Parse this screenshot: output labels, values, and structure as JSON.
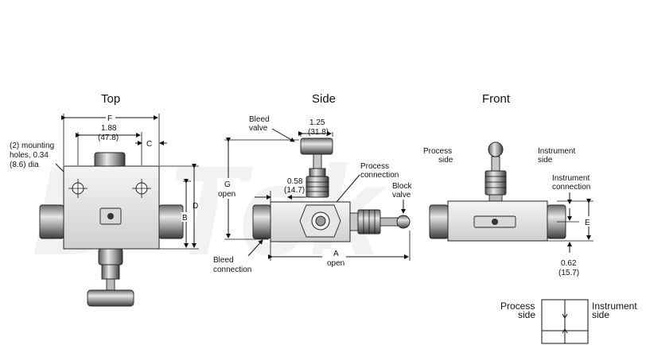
{
  "watermark": "D-Tek",
  "views": {
    "top": {
      "title": "Top",
      "dim_F": "F",
      "dim_spacing": "1.88",
      "dim_spacing_mm": "(47.8)",
      "dim_C": "C",
      "dim_B": "B",
      "dim_D": "D",
      "note_line1": "(2) mounting",
      "note_line2": "holes, 0.34",
      "note_line3": "(8.6) dia"
    },
    "side": {
      "title": "Side",
      "bleed_valve_line1": "Bleed",
      "bleed_valve_line2": "valve",
      "dim_handle": "1.25",
      "dim_handle_mm": "(31.8)",
      "process_conn_line1": "Process",
      "process_conn_line2": "connection",
      "dim_G": "G",
      "dim_G_sub": "open",
      "dim_058": "0.58",
      "dim_058_mm": "(14.7)",
      "block_valve_line1": "Block",
      "block_valve_line2": "valve",
      "bleed_conn_line1": "Bleed",
      "bleed_conn_line2": "connection",
      "dim_A": "A",
      "dim_A_sub": "open"
    },
    "front": {
      "title": "Front",
      "process_side_line1": "Process",
      "process_side_line2": "side",
      "instrument_side_line1": "Instrument",
      "instrument_side_line2": "side",
      "instrument_conn_line1": "Instrument",
      "instrument_conn_line2": "connection",
      "dim_E": "E",
      "dim_062": "0.62",
      "dim_062_mm": "(15.7)"
    }
  },
  "legend": {
    "process_line1": "Process",
    "process_line2": "side",
    "instrument_line1": "Instrument",
    "instrument_line2": "side"
  }
}
